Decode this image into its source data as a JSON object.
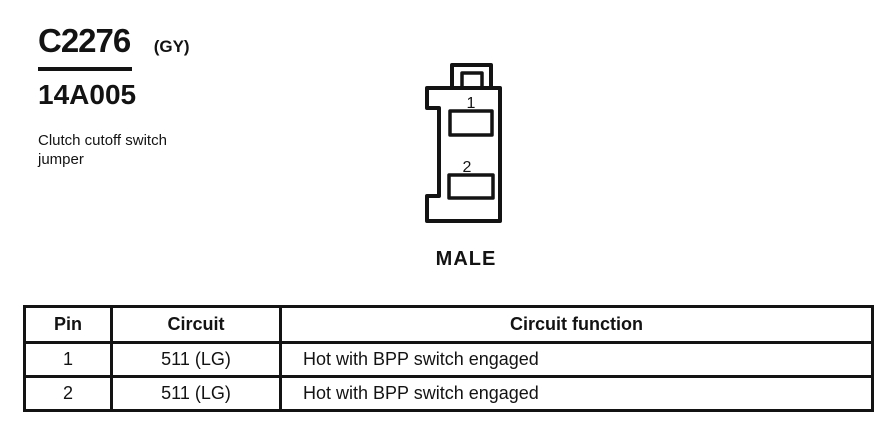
{
  "document": {
    "connector": {
      "id": "C2276",
      "color_code": "(GY)",
      "part_number": "14A005",
      "description": [
        "Clutch cutoff switch",
        "jumper"
      ],
      "gender_label": "MALE",
      "pins": [
        "1",
        "2"
      ]
    },
    "pin_table": {
      "headers": [
        "Pin",
        "Circuit",
        "Circuit function"
      ],
      "rows": [
        {
          "pin": "1",
          "circuit": "511 (LG)",
          "function": "Hot with BPP switch engaged"
        },
        {
          "pin": "2",
          "circuit": "511 (LG)",
          "function": "Hot with BPP switch engaged"
        }
      ]
    }
  },
  "colors": {
    "ink": "#131313",
    "paper": "#ffffff"
  }
}
